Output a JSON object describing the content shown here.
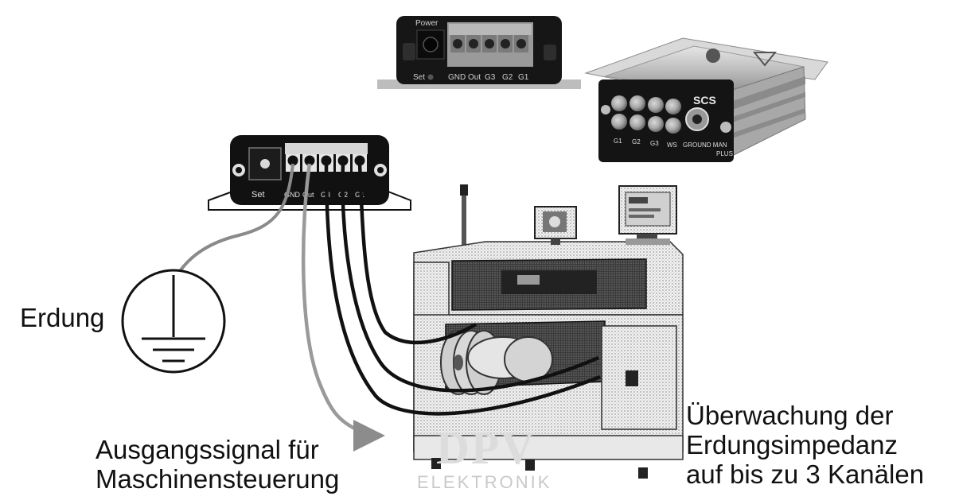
{
  "top_module": {
    "power_label": "Power",
    "set_label": "Set",
    "terminals": [
      "GND",
      "Out",
      "G3",
      "G2",
      "G1"
    ]
  },
  "led_module": {
    "brand": "SCS",
    "channel_labels": [
      "G1",
      "G2",
      "G3",
      "WS"
    ],
    "ground_label_1": "GROUND MAN",
    "ground_label_2": "PLUS"
  },
  "lineart_module": {
    "set_label": "Set",
    "terminal_labels": [
      "GND",
      "Out",
      "G3",
      "G2",
      "G1"
    ]
  },
  "labels": {
    "erdung": "Erdung",
    "output_line1": "Ausgangssignal für",
    "output_line2": "Maschinensteuerung",
    "monitor_line1": "Überwachung der",
    "monitor_line2": "Erdungsimpedanz",
    "monitor_line3": "auf bis zu 3 Kanälen"
  },
  "watermark": {
    "main": "DPV",
    "sub": "ELEKTRONIK"
  },
  "colors": {
    "ground_wire": "#8a8a8a",
    "signal_wire": "#9a9a9a",
    "channel_wire": "#111111",
    "module_body": "#1a1a1a",
    "aluminium": "#c8c8c8"
  }
}
